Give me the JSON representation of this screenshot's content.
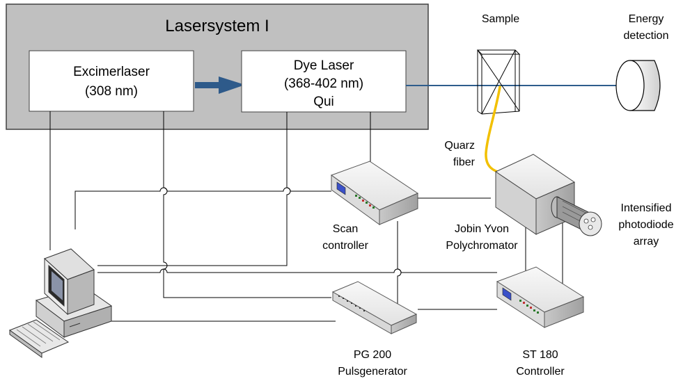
{
  "diagram": {
    "lasersystem": {
      "title": "Lasersystem I"
    },
    "excimer": {
      "line1": "Excimerlaser",
      "line2": "(308 nm)"
    },
    "dye_laser": {
      "line1": "Dye Laser",
      "line2": "(368-402 nm)",
      "line3": "Qui"
    },
    "sample": {
      "label": "Sample"
    },
    "energy_detection": {
      "line1": "Energy",
      "line2": "detection"
    },
    "quarz_fiber": {
      "line1": "Quarz",
      "line2": "fiber"
    },
    "scan_controller": {
      "line1": "Scan",
      "line2": "controller"
    },
    "polychromator": {
      "line1": "Jobin Yvon",
      "line2": "Polychromator"
    },
    "photodiode_array": {
      "line1": "Intensified",
      "line2": "photodiode",
      "line3": "array"
    },
    "pulsgenerator": {
      "line1": "PG 200",
      "line2": "Pulsgenerator"
    },
    "st180": {
      "line1": "ST 180",
      "line2": "Controller"
    }
  },
  "colors": {
    "lasersystem_fill": "#c0c0c0",
    "beam": "#2e5d8c",
    "arrow": "#2e5a8a",
    "fiber": "#f2c000",
    "device_top": "#f2f2f2",
    "device_front": "#dcdcdc",
    "device_side": "#b8b8b8"
  }
}
